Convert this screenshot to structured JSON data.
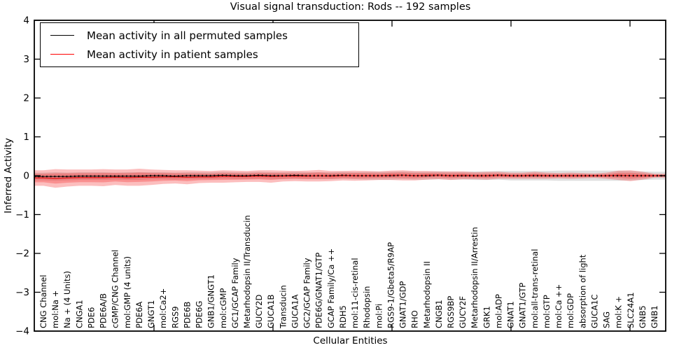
{
  "figure": {
    "title": "Visual signal transduction: Rods -- 192 samples",
    "xlabel": "Cellular Entities",
    "ylabel": "Inferred Activity"
  },
  "legend": {
    "items": [
      {
        "label": "Mean activity in all permuted samples",
        "color": "#000000"
      },
      {
        "label": "Mean activity in patient samples",
        "color": "#ff0000"
      }
    ]
  },
  "chart_data": {
    "type": "line",
    "title": "Visual signal transduction: Rods -- 192 samples",
    "xlabel": "Cellular Entities",
    "ylabel": "Inferred Activity",
    "ylim": [
      -4,
      4
    ],
    "y_ticks": [
      4,
      3,
      2,
      1,
      0,
      -1,
      -2,
      -3,
      -4
    ],
    "grid": false,
    "legend_position": "upper-left",
    "categories": [
      "CNG Channel",
      "mol:Na +",
      "Na + (4 Units)",
      "CNGA1",
      "PDE6",
      "PDE6A/B",
      "cGMP/CNG Channel",
      "mol:GMP (4 units)",
      "PDE6A",
      "GNGT1",
      "mol:Ca2+",
      "RGS9",
      "PDE6B",
      "PDE6G",
      "GNB1/GNGT1",
      "mol:cGMP",
      "GC1/GCAP Family",
      "Metarhodopsin II/Transducin",
      "GUCY2D",
      "GUCA1B",
      "Transducin",
      "GUCA1A",
      "GC2/GCAP Family",
      "PDE6G/GNAT1/GTP",
      "GCAP Family/Ca ++",
      "RDH5",
      "mol:11-cis-retinal",
      "Rhodopsin",
      "mol:Pi",
      "RGS9-1/Gbeta5/R9AP",
      "GNAT1/GDP",
      "RHO",
      "Metarhodopsin II",
      "CNGB1",
      "RGS9BP",
      "GUCY2F",
      "Metarhodopsin II/Arrestin",
      "GRK1",
      "mol:ADP",
      "GNAT1",
      "GNAT1/GTP",
      "mol:all-trans-retinal",
      "mol:GTP",
      "mol:Ca ++",
      "mol:GDP",
      "absorption of light",
      "GUCA1C",
      "SAG",
      "mol:K +",
      "SLC24A1",
      "GNB5",
      "GNB1"
    ],
    "series": [
      {
        "name": "Mean activity in all permuted samples",
        "color": "#000000",
        "band_color": "rgba(110,110,110,0.22)",
        "values": [
          -0.02,
          -0.02,
          -0.02,
          -0.01,
          -0.01,
          -0.01,
          -0.01,
          -0.01,
          -0.01,
          0.0,
          0.0,
          -0.01,
          0.0,
          0.0,
          0.0,
          0.01,
          0.0,
          0.0,
          0.01,
          0.0,
          0.0,
          0.01,
          0.0,
          0.0,
          0.0,
          0.01,
          0.0,
          0.0,
          0.0,
          0.0,
          0.01,
          0.0,
          0.0,
          0.01,
          0.0,
          0.0,
          0.0,
          0.0,
          0.01,
          0.0,
          0.0,
          0.0,
          0.0,
          0.0,
          0.0,
          0.0,
          0.0,
          0.0,
          0.0,
          0.0,
          0.0,
          0.0
        ],
        "band": [
          0.1,
          0.11,
          0.1,
          0.1,
          0.1,
          0.1,
          0.09,
          0.1,
          0.1,
          0.09,
          0.09,
          0.09,
          0.09,
          0.09,
          0.09,
          0.09,
          0.09,
          0.09,
          0.09,
          0.09,
          0.09,
          0.09,
          0.09,
          0.09,
          0.09,
          0.09,
          0.09,
          0.1,
          0.1,
          0.1,
          0.1,
          0.1,
          0.1,
          0.1,
          0.1,
          0.1,
          0.11,
          0.11,
          0.11,
          0.12,
          0.12,
          0.12,
          0.12,
          0.13,
          0.13,
          0.13,
          0.13,
          0.13,
          0.13,
          0.12,
          0.11,
          0.1
        ]
      },
      {
        "name": "Mean activity in patient samples",
        "color": "#e01f1f",
        "band_color": "rgba(244,40,40,0.30)",
        "values": [
          -0.06,
          -0.07,
          -0.06,
          -0.05,
          -0.05,
          -0.05,
          -0.04,
          -0.05,
          -0.04,
          -0.04,
          -0.03,
          -0.03,
          -0.04,
          -0.03,
          -0.03,
          -0.02,
          -0.02,
          -0.02,
          -0.01,
          -0.02,
          -0.01,
          -0.01,
          -0.01,
          0.0,
          -0.01,
          0.0,
          0.0,
          0.0,
          0.0,
          0.01,
          0.01,
          0.0,
          0.01,
          0.01,
          0.0,
          0.01,
          0.0,
          0.0,
          0.01,
          0.0,
          0.0,
          0.01,
          0.0,
          0.0,
          0.0,
          0.0,
          0.0,
          0.0,
          0.01,
          0.0,
          0.0,
          0.0
        ],
        "band": [
          0.2,
          0.24,
          0.22,
          0.21,
          0.21,
          0.22,
          0.2,
          0.21,
          0.22,
          0.2,
          0.18,
          0.17,
          0.18,
          0.16,
          0.15,
          0.16,
          0.15,
          0.14,
          0.15,
          0.16,
          0.14,
          0.13,
          0.14,
          0.15,
          0.13,
          0.12,
          0.13,
          0.12,
          0.11,
          0.12,
          0.13,
          0.12,
          0.11,
          0.1,
          0.11,
          0.1,
          0.09,
          0.1,
          0.09,
          0.08,
          0.08,
          0.09,
          0.08,
          0.07,
          0.08,
          0.07,
          0.06,
          0.08,
          0.12,
          0.14,
          0.1,
          0.05
        ]
      }
    ]
  }
}
